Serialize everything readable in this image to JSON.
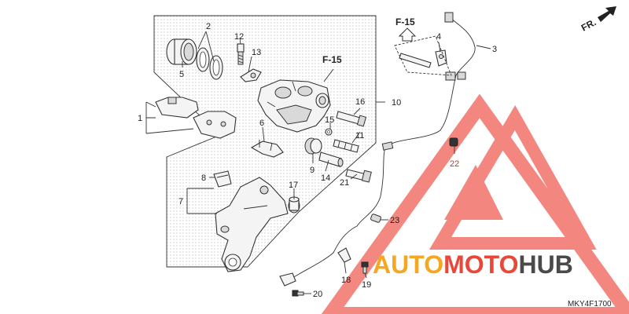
{
  "diagram": {
    "page_code": "MKY4F1700",
    "direction_label": "FR.",
    "reference_labels": [
      "F-15",
      "F-15"
    ],
    "callouts": [
      "1",
      "2",
      "3",
      "4",
      "5",
      "6",
      "7",
      "8",
      "9",
      "10",
      "11",
      "12",
      "13",
      "14",
      "15",
      "16",
      "17",
      "18",
      "19",
      "20",
      "21",
      "22",
      "23"
    ]
  },
  "watermark": {
    "word_a": "AUTO",
    "word_b": "MOTO",
    "word_c": "HUB",
    "colors": {
      "orange": "#f5a623",
      "red": "#e8473a",
      "gray": "#4a4a4a",
      "triangle": "#ef5a4f"
    }
  }
}
